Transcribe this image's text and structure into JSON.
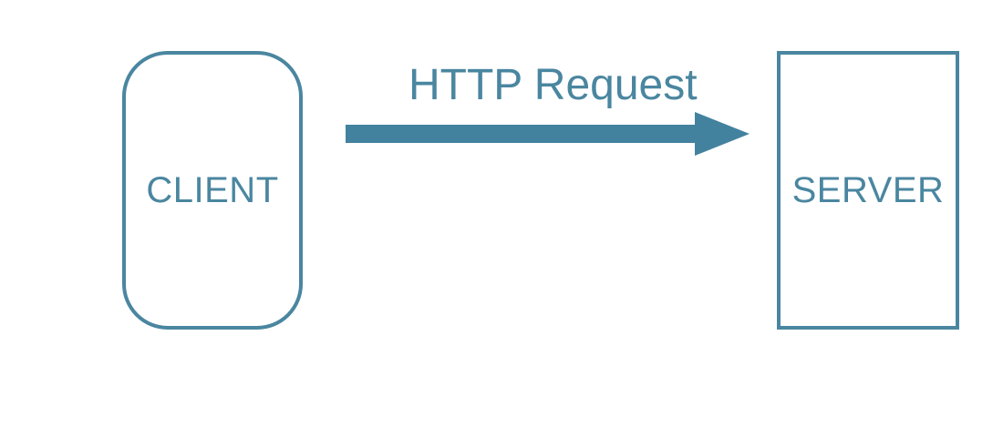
{
  "colors": {
    "accent": "#4a86a0",
    "arrow": "#43829f",
    "background": "#ffffff"
  },
  "nodes": {
    "client": {
      "label": "CLIENT"
    },
    "server": {
      "label": "SERVER"
    }
  },
  "edges": [
    {
      "from": "client",
      "to": "server",
      "label": "HTTP Request"
    }
  ]
}
